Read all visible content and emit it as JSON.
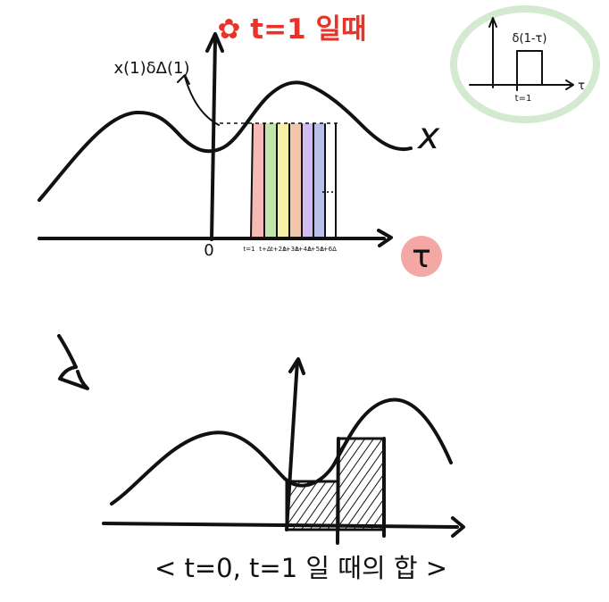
{
  "top_diagram": {
    "title": "✿ t=1 일때",
    "curve_label": "x",
    "axis_label": "τ",
    "origin_label": "0",
    "callout": "x(1)δΔ(1)",
    "tick_labels": [
      "t=1",
      "t+Δ",
      "t+2Δ",
      "t+3Δ",
      "t+4Δ",
      "t+5Δ",
      "t+6Δ"
    ],
    "ellipsis": "...",
    "colors": {
      "title": "#e8332b",
      "tau_circle": "#f3a8a6",
      "inset_ring": "#d3ead0",
      "strip_colors": [
        "#f4b6b1",
        "#bfe4a8",
        "#f6efa1",
        "#f0c3a5",
        "#cdb8f1",
        "#b7bdea",
        "#d7dcf4"
      ]
    }
  },
  "inset": {
    "label": "δ(1-τ)",
    "t_label": "t=1",
    "axis_label": "τ"
  },
  "bottom_diagram": {
    "caption": "< t=0, t=1 일 때의 합 >"
  }
}
